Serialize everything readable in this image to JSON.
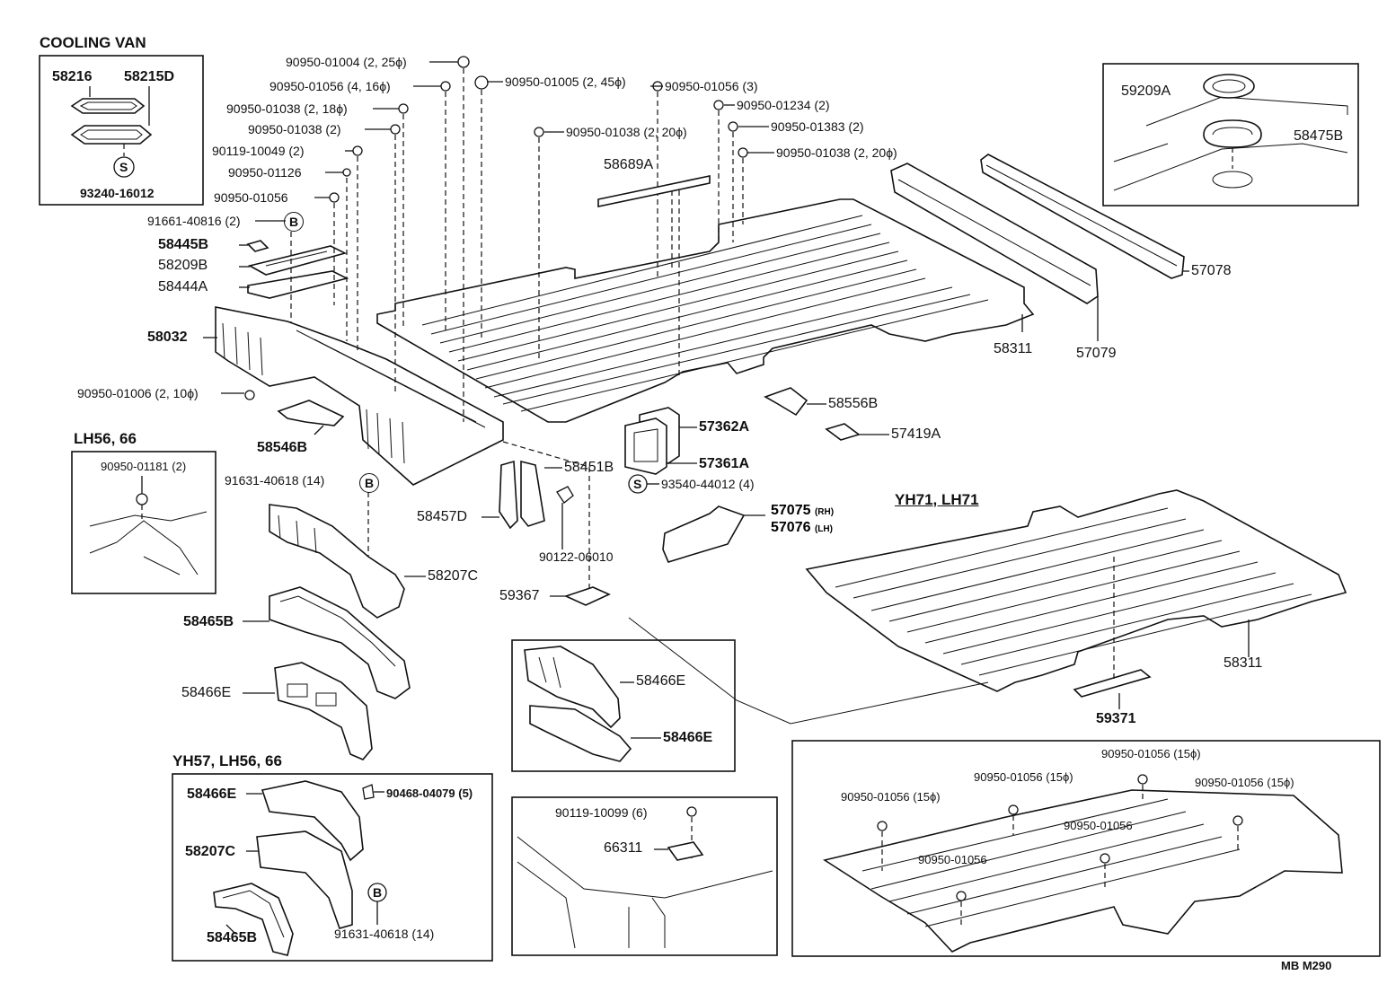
{
  "inset_titles": {
    "cooling_van": "COOLING VAN",
    "lh56_66": "LH56, 66",
    "yh71_lh71": "YH71, LH71",
    "yh57_lh56_66": "YH57, LH56, 66"
  },
  "callouts": {
    "c58216": "58216",
    "c58215D": "58215D",
    "s_symbol": "S",
    "b_symbol": "B",
    "c93240_16012": "93240-16012",
    "c90950_01004": "90950-01004 (2, 25ϕ)",
    "c90950_01056_4": "90950-01056 (4, 16ϕ)",
    "c90950_01005": "90950-01005 (2, 45ϕ)",
    "c90950_01056_3": "90950-01056 (3)",
    "c90950_01038_18": "90950-01038 (2, 18ϕ)",
    "c90950_01234": "90950-01234 (2)",
    "c90950_01038_2": "90950-01038 (2)",
    "c90950_01383": "90950-01383 (2)",
    "c90950_01038_20a": "90950-01038 (2, 20ϕ)",
    "c90119_10049": "90119-10049 (2)",
    "c90950_01038_20b": "90950-01038 (2, 20ϕ)",
    "c90950_01126": "90950-01126",
    "c58689A": "58689A",
    "c90950_01056": "90950-01056",
    "c91661_40816": "91661-40816 (2)",
    "c58445B": "58445B",
    "c58209B": "58209B",
    "c58444A": "58444A",
    "c58032": "58032",
    "c90950_01006": "90950-01006 (2, 10ϕ)",
    "c58546B": "58546B",
    "c57078": "57078",
    "c58311a": "58311",
    "c57079": "57079",
    "c59209A": "59209A",
    "c58475B": "58475B",
    "c58556B": "58556B",
    "c57362A": "57362A",
    "c57419A": "57419A",
    "c57361A": "57361A",
    "c58451B": "58451B",
    "c93540_44012": "93540-44012 (4)",
    "c57075": "57075",
    "c57075_side": "(RH)",
    "c57076": "57076",
    "c57076_side": "(LH)",
    "c58457D": "58457D",
    "c90122_06010": "90122-06010",
    "c59367": "59367",
    "c90950_01181": "90950-01181 (2)",
    "c91631_40618a": "91631-40618 (14)",
    "c58207Ca": "58207C",
    "c58465Ba": "58465B",
    "c58466Ea": "58466E",
    "c58311b": "58311",
    "c58466Eb": "58466E",
    "c58466Ec": "58466E",
    "c59371": "59371",
    "c58466Ed": "58466E",
    "c90468_04079": "90468-04079 (5)",
    "c58207Cb": "58207C",
    "c91631_40618b": "91631-40618 (14)",
    "c58465Bb": "58465B",
    "c90119_10099": "90119-10099 (6)",
    "c66311": "66311",
    "c90950_01056_15a": "90950-01056 (15ϕ)",
    "c90950_01056_15b": "90950-01056 (15ϕ)",
    "c90950_01056_15c": "90950-01056 (15ϕ)",
    "c90950_01056_15d": "90950-01056 (15ϕ)",
    "c90950_01056_b1": "90950-01056",
    "c90950_01056_b2": "90950-01056"
  },
  "footer": {
    "code": "MB  M290"
  }
}
